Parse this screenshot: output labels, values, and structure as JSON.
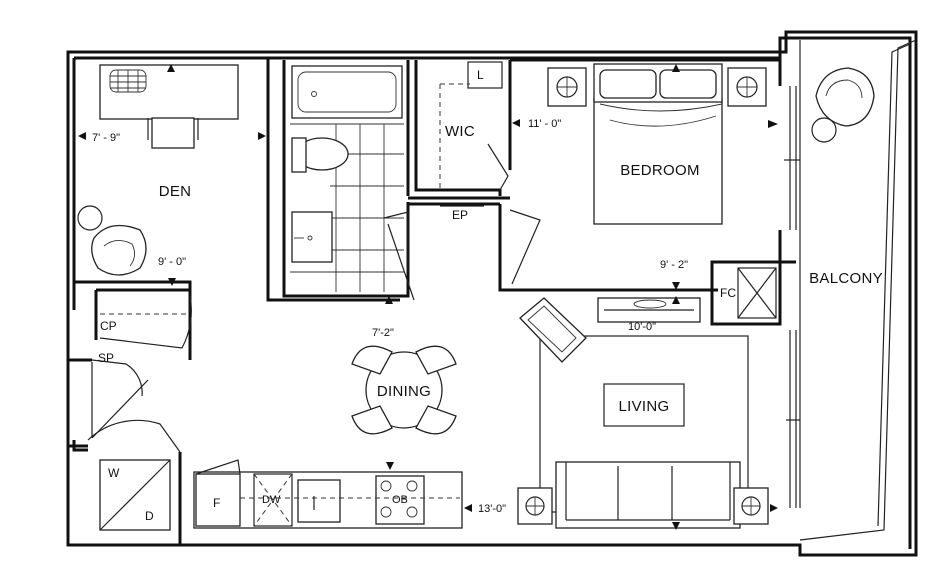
{
  "rooms": {
    "den": "DEN",
    "bedroom": "BEDROOM",
    "balcony": "BALCONY",
    "dining": "DINING",
    "living": "LIVING",
    "wic": "WIC"
  },
  "tags": {
    "linen": "L",
    "electrical_panel": "EP",
    "fan_coil": "FC",
    "coat_closet": "CP",
    "storage": "SP",
    "washer": "W",
    "dryer": "D",
    "fridge": "F",
    "dishwasher": "DW",
    "oven": "OB"
  },
  "dimensions": {
    "den_width": "7' - 9\"",
    "den_length": "9' - 0\"",
    "bedroom_width": "11' - 0\"",
    "bedroom_length": "9' - 2\"",
    "dining": "7'-2\"",
    "living_length": "10'-0\"",
    "living_width": "13'-0\""
  }
}
